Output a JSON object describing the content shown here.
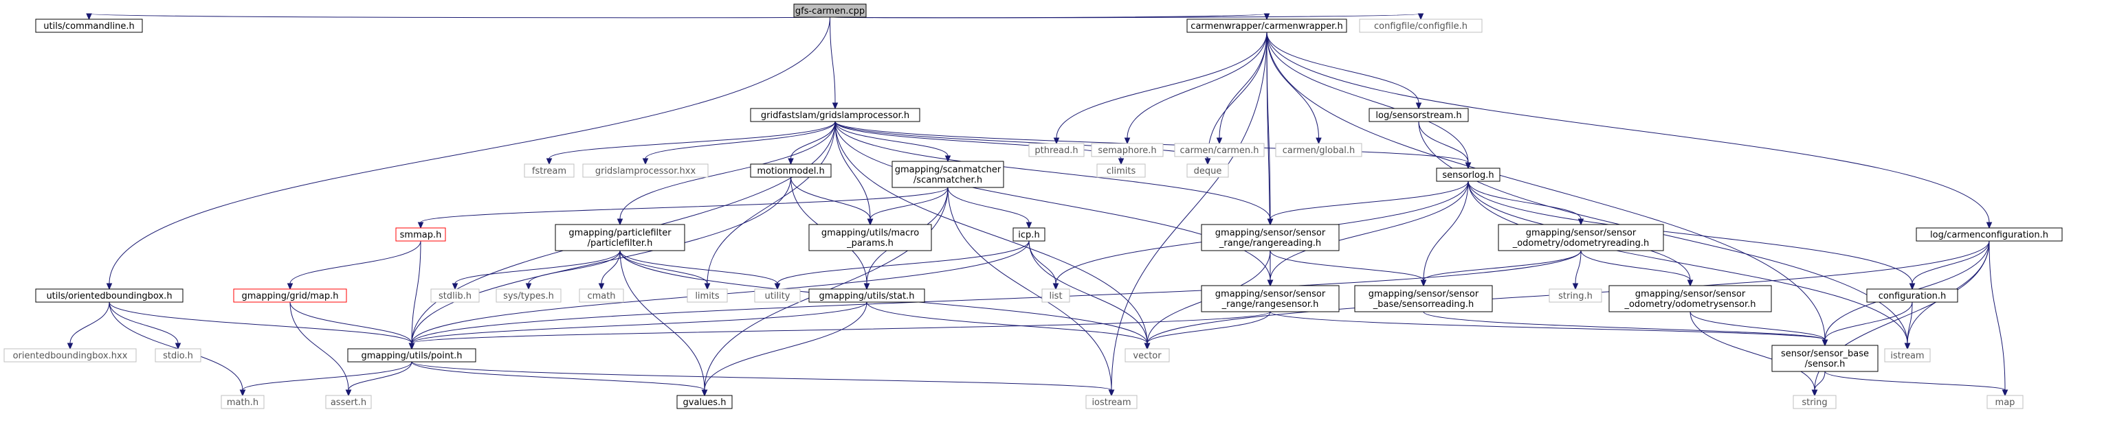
{
  "title": "gfs-carmen.cpp include dependency graph",
  "colors": {
    "edge": "#191970",
    "root_fill": "#bfbfbf",
    "documented_border": "#000000",
    "external_border": "#bfbfbf",
    "missing_border": "#ff0000",
    "external_text": "#555555",
    "text": "#000000"
  },
  "nodes": [
    {
      "id": "root",
      "lines": [
        "gfs-carmen.cpp"
      ],
      "kind": "root"
    },
    {
      "id": "commandline",
      "lines": [
        "utils/commandline.h"
      ],
      "kind": "documented"
    },
    {
      "id": "carmenwrapper",
      "lines": [
        "carmenwrapper/carmenwrapper.h"
      ],
      "kind": "documented"
    },
    {
      "id": "configfile",
      "lines": [
        "configfile/configfile.h"
      ],
      "kind": "external"
    },
    {
      "id": "gridslamprocessor",
      "lines": [
        "gridfastslam/gridslamprocessor.h"
      ],
      "kind": "documented"
    },
    {
      "id": "pthread",
      "lines": [
        "pthread.h"
      ],
      "kind": "external"
    },
    {
      "id": "semaphore",
      "lines": [
        "semaphore.h"
      ],
      "kind": "external"
    },
    {
      "id": "carmen",
      "lines": [
        "carmen/carmen.h"
      ],
      "kind": "external"
    },
    {
      "id": "global",
      "lines": [
        "carmen/global.h"
      ],
      "kind": "external"
    },
    {
      "id": "sensorstream",
      "lines": [
        "log/sensorstream.h"
      ],
      "kind": "documented"
    },
    {
      "id": "fstream",
      "lines": [
        "fstream"
      ],
      "kind": "external"
    },
    {
      "id": "gsp_hxx",
      "lines": [
        "gridslamprocessor.hxx"
      ],
      "kind": "external"
    },
    {
      "id": "motionmodel",
      "lines": [
        "motionmodel.h"
      ],
      "kind": "documented"
    },
    {
      "id": "scanmatcher",
      "lines": [
        "gmapping/scanmatcher",
        "/scanmatcher.h"
      ],
      "kind": "documented"
    },
    {
      "id": "climits",
      "lines": [
        "climits"
      ],
      "kind": "external"
    },
    {
      "id": "deque",
      "lines": [
        "deque"
      ],
      "kind": "external"
    },
    {
      "id": "sensorlog",
      "lines": [
        "sensorlog.h"
      ],
      "kind": "documented"
    },
    {
      "id": "carmenconfiguration",
      "lines": [
        "log/carmenconfiguration.h"
      ],
      "kind": "documented"
    },
    {
      "id": "smmap",
      "lines": [
        "smmap.h"
      ],
      "kind": "missing"
    },
    {
      "id": "particlefilter",
      "lines": [
        "gmapping/particlefilter",
        "/particlefilter.h"
      ],
      "kind": "documented"
    },
    {
      "id": "macro_params",
      "lines": [
        "gmapping/utils/macro",
        "_params.h"
      ],
      "kind": "documented"
    },
    {
      "id": "icp",
      "lines": [
        "icp.h"
      ],
      "kind": "documented"
    },
    {
      "id": "rangereading",
      "lines": [
        "gmapping/sensor/sensor",
        "_range/rangereading.h"
      ],
      "kind": "documented"
    },
    {
      "id": "odometryreading",
      "lines": [
        "gmapping/sensor/sensor",
        "_odometry/odometryreading.h"
      ],
      "kind": "documented"
    },
    {
      "id": "orientedbb",
      "lines": [
        "utils/orientedboundingbox.h"
      ],
      "kind": "documented"
    },
    {
      "id": "map",
      "lines": [
        "gmapping/grid/map.h"
      ],
      "kind": "missing"
    },
    {
      "id": "stdlib",
      "lines": [
        "stdlib.h"
      ],
      "kind": "external"
    },
    {
      "id": "systypes",
      "lines": [
        "sys/types.h"
      ],
      "kind": "external"
    },
    {
      "id": "cmath",
      "lines": [
        "cmath"
      ],
      "kind": "external"
    },
    {
      "id": "limits",
      "lines": [
        "limits"
      ],
      "kind": "external"
    },
    {
      "id": "utility",
      "lines": [
        "utility"
      ],
      "kind": "external"
    },
    {
      "id": "stat",
      "lines": [
        "gmapping/utils/stat.h"
      ],
      "kind": "documented"
    },
    {
      "id": "list",
      "lines": [
        "list"
      ],
      "kind": "external"
    },
    {
      "id": "rangesensor",
      "lines": [
        "gmapping/sensor/sensor",
        "_range/rangesensor.h"
      ],
      "kind": "documented"
    },
    {
      "id": "sensorreading",
      "lines": [
        "gmapping/sensor/sensor",
        "_base/sensorreading.h"
      ],
      "kind": "documented"
    },
    {
      "id": "stringh",
      "lines": [
        "string.h"
      ],
      "kind": "external"
    },
    {
      "id": "odometrysensor",
      "lines": [
        "gmapping/sensor/sensor",
        "_odometry/odometrysensor.h"
      ],
      "kind": "documented"
    },
    {
      "id": "configuration",
      "lines": [
        "configuration.h"
      ],
      "kind": "documented"
    },
    {
      "id": "obb_hxx",
      "lines": [
        "orientedboundingbox.hxx"
      ],
      "kind": "external"
    },
    {
      "id": "stdio",
      "lines": [
        "stdio.h"
      ],
      "kind": "external"
    },
    {
      "id": "point",
      "lines": [
        "gmapping/utils/point.h"
      ],
      "kind": "documented"
    },
    {
      "id": "vector",
      "lines": [
        "vector"
      ],
      "kind": "external"
    },
    {
      "id": "sensor",
      "lines": [
        "sensor/sensor_base",
        "/sensor.h"
      ],
      "kind": "documented"
    },
    {
      "id": "istream",
      "lines": [
        "istream"
      ],
      "kind": "external"
    },
    {
      "id": "math",
      "lines": [
        "math.h"
      ],
      "kind": "external"
    },
    {
      "id": "assert",
      "lines": [
        "assert.h"
      ],
      "kind": "external"
    },
    {
      "id": "gvalues",
      "lines": [
        "gvalues.h"
      ],
      "kind": "documented"
    },
    {
      "id": "iostream",
      "lines": [
        "iostream"
      ],
      "kind": "external"
    },
    {
      "id": "string",
      "lines": [
        "string"
      ],
      "kind": "external"
    },
    {
      "id": "mapstd",
      "lines": [
        "map"
      ],
      "kind": "external"
    }
  ],
  "edges": [
    [
      "root",
      "commandline"
    ],
    [
      "root",
      "carmenwrapper"
    ],
    [
      "root",
      "configfile"
    ],
    [
      "root",
      "gridslamprocessor"
    ],
    [
      "root",
      "orientedbb"
    ],
    [
      "carmenwrapper",
      "pthread"
    ],
    [
      "carmenwrapper",
      "semaphore"
    ],
    [
      "carmenwrapper",
      "carmen"
    ],
    [
      "carmenwrapper",
      "global"
    ],
    [
      "carmenwrapper",
      "sensorstream"
    ],
    [
      "carmenwrapper",
      "sensorlog"
    ],
    [
      "carmenwrapper",
      "carmenconfiguration"
    ],
    [
      "carmenwrapper",
      "rangereading"
    ],
    [
      "carmenwrapper",
      "rangesensor"
    ],
    [
      "carmenwrapper",
      "deque"
    ],
    [
      "carmenwrapper",
      "iostream"
    ],
    [
      "carmenwrapper",
      "sensor"
    ],
    [
      "gridslamprocessor",
      "fstream"
    ],
    [
      "gridslamprocessor",
      "gsp_hxx"
    ],
    [
      "gridslamprocessor",
      "motionmodel"
    ],
    [
      "gridslamprocessor",
      "scanmatcher"
    ],
    [
      "gridslamprocessor",
      "climits"
    ],
    [
      "gridslamprocessor",
      "deque"
    ],
    [
      "gridslamprocessor",
      "sensorlog"
    ],
    [
      "gridslamprocessor",
      "particlefilter"
    ],
    [
      "gridslamprocessor",
      "macro_params"
    ],
    [
      "gridslamprocessor",
      "limits"
    ],
    [
      "gridslamprocessor",
      "vector"
    ],
    [
      "gridslamprocessor",
      "rangereading"
    ],
    [
      "gridslamprocessor",
      "rangesensor"
    ],
    [
      "gridslamprocessor",
      "point"
    ],
    [
      "sensorstream",
      "sensorlog"
    ],
    [
      "sensorstream",
      "istream"
    ],
    [
      "motionmodel",
      "point"
    ],
    [
      "motionmodel",
      "stat"
    ],
    [
      "motionmodel",
      "macro_params"
    ],
    [
      "scanmatcher",
      "smmap"
    ],
    [
      "scanmatcher",
      "macro_params"
    ],
    [
      "scanmatcher",
      "icp"
    ],
    [
      "scanmatcher",
      "stat"
    ],
    [
      "scanmatcher",
      "iostream"
    ],
    [
      "scanmatcher",
      "gvalues"
    ],
    [
      "sensorlog",
      "list"
    ],
    [
      "sensorlog",
      "rangereading"
    ],
    [
      "sensorlog",
      "odometryreading"
    ],
    [
      "sensorlog",
      "sensorreading"
    ],
    [
      "sensorlog",
      "odometrysensor"
    ],
    [
      "sensorlog",
      "configuration"
    ],
    [
      "sensorlog",
      "istream"
    ],
    [
      "sensorlog",
      "rangesensor"
    ],
    [
      "carmenconfiguration",
      "configuration"
    ],
    [
      "carmenconfiguration",
      "sensor"
    ],
    [
      "carmenconfiguration",
      "istream"
    ],
    [
      "carmenconfiguration",
      "vector"
    ],
    [
      "carmenconfiguration",
      "string"
    ],
    [
      "carmenconfiguration",
      "mapstd"
    ],
    [
      "smmap",
      "map"
    ],
    [
      "smmap",
      "point"
    ],
    [
      "particlefilter",
      "stdlib"
    ],
    [
      "particlefilter",
      "systypes"
    ],
    [
      "particlefilter",
      "cmath"
    ],
    [
      "particlefilter",
      "limits"
    ],
    [
      "particlefilter",
      "utility"
    ],
    [
      "particlefilter",
      "vector"
    ],
    [
      "particlefilter",
      "gvalues"
    ],
    [
      "icp",
      "utility"
    ],
    [
      "icp",
      "list"
    ],
    [
      "icp",
      "vector"
    ],
    [
      "icp",
      "point"
    ],
    [
      "rangereading",
      "vector"
    ],
    [
      "rangereading",
      "sensorreading"
    ],
    [
      "rangereading",
      "rangesensor"
    ],
    [
      "odometryreading",
      "stringh"
    ],
    [
      "odometryreading",
      "sensorreading"
    ],
    [
      "odometryreading",
      "odometrysensor"
    ],
    [
      "odometryreading",
      "point"
    ],
    [
      "orientedbb",
      "obb_hxx"
    ],
    [
      "orientedbb",
      "stdio"
    ],
    [
      "orientedbb",
      "math"
    ],
    [
      "orientedbb",
      "point"
    ],
    [
      "map",
      "point"
    ],
    [
      "map",
      "assert"
    ],
    [
      "stat",
      "point"
    ],
    [
      "stat",
      "vector"
    ],
    [
      "stat",
      "gvalues"
    ],
    [
      "rangesensor",
      "sensor"
    ],
    [
      "rangesensor",
      "point"
    ],
    [
      "rangesensor",
      "vector"
    ],
    [
      "sensorreading",
      "sensor"
    ],
    [
      "odometrysensor",
      "sensor"
    ],
    [
      "odometrysensor",
      "string"
    ],
    [
      "configuration",
      "sensor"
    ],
    [
      "configuration",
      "istream"
    ],
    [
      "point",
      "math"
    ],
    [
      "point",
      "assert"
    ],
    [
      "point",
      "gvalues"
    ],
    [
      "point",
      "iostream"
    ],
    [
      "sensor",
      "string"
    ],
    [
      "sensor",
      "mapstd"
    ]
  ]
}
